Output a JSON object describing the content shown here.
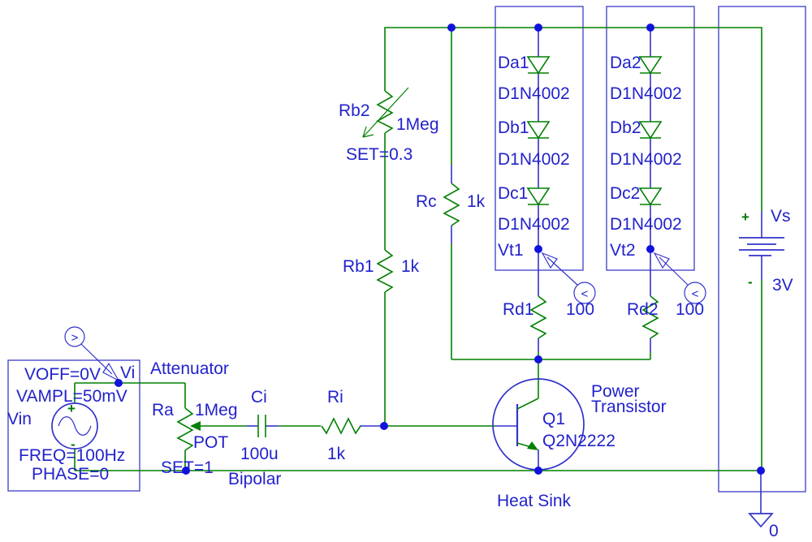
{
  "colors": {
    "wire_green": "#008000",
    "symbol_blue": "#3333cc",
    "text_blue": "#2222cc",
    "box_blue": "#4a4acc",
    "dot_blue": "#1212dd",
    "plusminus_green": "#007700"
  },
  "source_block": {
    "ref": "Vin",
    "voff": "VOFF=0V",
    "vampl": "VAMPL=50mV",
    "freq": "FREQ=100Hz",
    "phase": "PHASE=0",
    "plus": "+",
    "minus": "-"
  },
  "net_labels": {
    "vi": "Vi",
    "vt1": "Vt1",
    "vt2": "Vt2",
    "ground": "0"
  },
  "annotations": {
    "attenuator": "Attenuator",
    "bipolar": "Bipolar",
    "power_line1": "Power",
    "power_line2": "Transistor",
    "heat_sink": "Heat Sink"
  },
  "markers": {
    "vin_glyph": ">",
    "vt1_glyph": "<",
    "vt2_glyph": "<"
  },
  "components": {
    "ra": {
      "ref": "Ra",
      "value": "1Meg",
      "kind": "POT",
      "set": "SET=1"
    },
    "ci": {
      "ref": "Ci",
      "value": "100u"
    },
    "ri": {
      "ref": "Ri",
      "value": "1k"
    },
    "rb1": {
      "ref": "Rb1",
      "value": "1k"
    },
    "rb2": {
      "ref": "Rb2",
      "value": "1Meg",
      "set": "SET=0.3"
    },
    "rc": {
      "ref": "Rc",
      "value": "1k"
    },
    "rd1": {
      "ref": "Rd1",
      "value": "100"
    },
    "rd2": {
      "ref": "Rd2",
      "value": "100"
    },
    "q1": {
      "ref": "Q1",
      "model": "Q2N2222"
    },
    "vs": {
      "ref": "Vs",
      "value": "3V",
      "plus": "+",
      "minus": "-"
    },
    "da1": {
      "ref": "Da1",
      "model": "D1N4002"
    },
    "db1": {
      "ref": "Db1",
      "model": "D1N4002"
    },
    "dc1": {
      "ref": "Dc1",
      "model": "D1N4002"
    },
    "da2": {
      "ref": "Da2",
      "model": "D1N4002"
    },
    "db2": {
      "ref": "Db2",
      "model": "D1N4002"
    },
    "dc2": {
      "ref": "Dc2",
      "model": "D1N4002"
    }
  }
}
